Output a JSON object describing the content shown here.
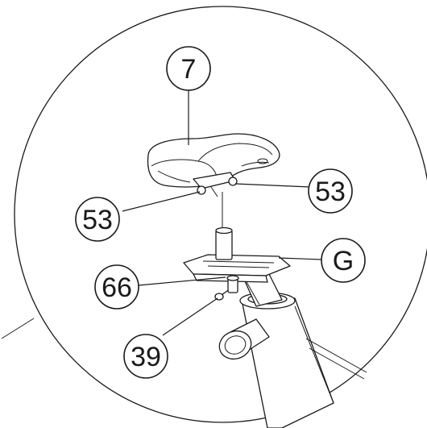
{
  "callouts": {
    "saddle": "7",
    "bolt_right": "53",
    "bolt_left": "53",
    "slider": "G",
    "plate": "66",
    "knob": "39"
  }
}
